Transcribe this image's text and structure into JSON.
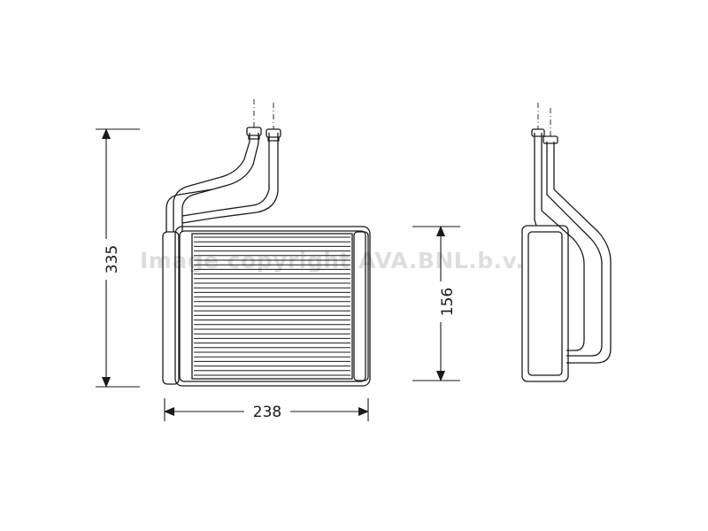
{
  "dimensions": {
    "height": "335",
    "width": "238",
    "depth": "156"
  },
  "watermark": "Image copyright AVA.BNL.b.v.",
  "colors": {
    "line": "#1a1a1a",
    "background": "#ffffff"
  }
}
